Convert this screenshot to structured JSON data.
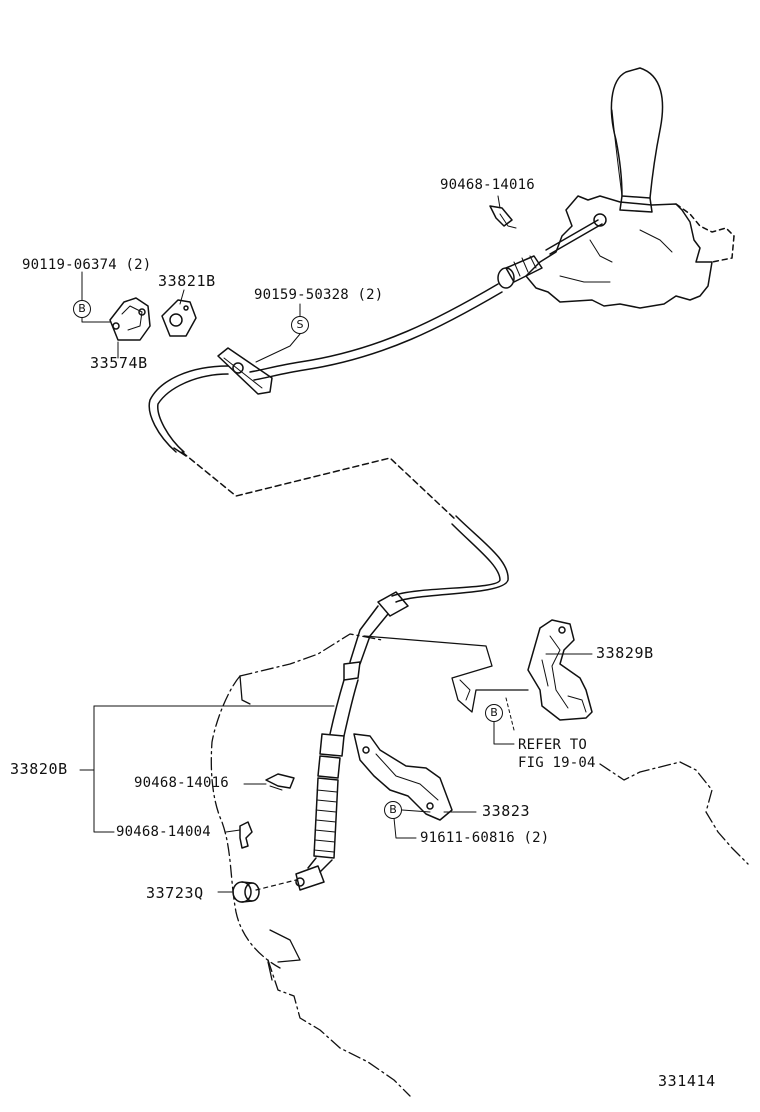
{
  "diagram": {
    "figure_number": "331414",
    "parts": {
      "p_90468_14016_top": "90468-14016",
      "p_90119_06374": "90119-06374 (2)",
      "p_33821B": "33821B",
      "p_90159_50328": "90159-50328 (2)",
      "p_33574B": "33574B",
      "p_33829B": "33829B",
      "p_33820B": "33820B",
      "p_90468_14016_low": "90468-14016",
      "p_33823": "33823",
      "p_90468_14004": "90468-14004",
      "p_91611_60816": "91611-60816 (2)",
      "p_33723Q": "33723Q"
    },
    "markers": {
      "b1": "B",
      "s1": "S",
      "b2": "B",
      "b3": "B"
    },
    "refer": {
      "line1": "REFER TO",
      "line2": "FIG 19-04"
    }
  }
}
